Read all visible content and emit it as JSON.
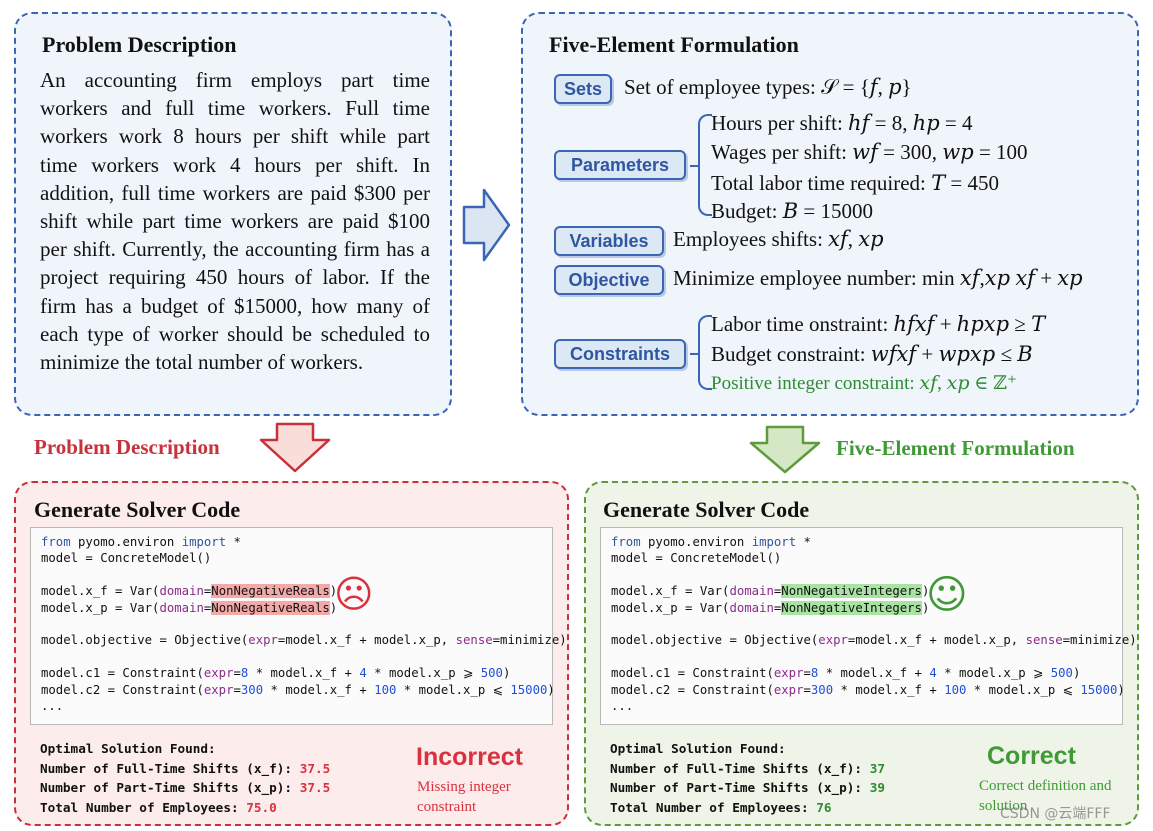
{
  "problem": {
    "title": "Problem Description",
    "text": "An accounting firm employs part time workers and full time workers. Full time workers work 8 hours per shift while part time workers work 4 hours per shift. In addition, full time workers are paid $300 per shift while part time workers are paid $100 per shift. Currently, the accounting firm has a project requiring 450 hours of labor. If the firm has a budget of $15000, how many of each type of worker should be scheduled to minimize the total number of workers."
  },
  "formulation": {
    "title": "Five-Element Formulation",
    "sets_tag": "Sets",
    "sets_line": "Set of employee types: 𝒮 = {𝑓, 𝑝}",
    "parameters_tag": "Parameters",
    "param_lines": [
      "Hours per shift: ℎ𝑓 = 8, ℎ𝑝 = 4",
      "Wages per shift: 𝑤𝑓 = 300, 𝑤𝑝 = 100",
      "Total labor time required: 𝑇 = 450",
      "Budget: 𝐵 = 15000"
    ],
    "variables_tag": "Variables",
    "variables_line": "Employees shifts: 𝑥𝑓, 𝑥𝑝",
    "objective_tag": "Objective",
    "objective_line": "Minimize employee number: min 𝑥𝑓,𝑥𝑝 𝑥𝑓 + 𝑥𝑝",
    "constraints_tag": "Constraints",
    "constraint_lines": [
      "Labor time onstraint: ℎ𝑓𝑥𝑓 + ℎ𝑝𝑥𝑝 ≥ 𝑇",
      "Budget constraint: 𝑤𝑓𝑥𝑓 + 𝑤𝑝𝑥𝑝 ≤ 𝐵",
      "Positive integer constraint: 𝑥𝑓, 𝑥𝑝 ∈ ℤ⁺"
    ]
  },
  "arrows": {
    "left_label": "Problem Description",
    "right_label": "Five-Element Formulation"
  },
  "left_solver": {
    "title": "Generate Solver Code",
    "domain_value": "NonNegativeReals",
    "face": "☹",
    "out_header": "Optimal Solution Found:",
    "out_full_label": "Number of Full-Time Shifts (x_f):",
    "out_full_value": "37.5",
    "out_part_label": "Number of Part-Time Shifts (x_p):",
    "out_part_value": "37.5",
    "out_total_label": "Total Number of Employees:",
    "out_total_value": "75.0",
    "verdict": "Incorrect",
    "note": "Missing integer constraint"
  },
  "right_solver": {
    "title": "Generate Solver Code",
    "domain_value": "NonNegativeIntegers",
    "face": "☺",
    "out_header": "Optimal Solution Found:",
    "out_full_label": "Number of Full-Time Shifts (x_f):",
    "out_full_value": "37",
    "out_part_label": "Number of Part-Time Shifts (x_p):",
    "out_part_value": "39",
    "out_total_label": "Total Number of Employees:",
    "out_total_value": "76",
    "verdict": "Correct",
    "note": "Correct definition and solution"
  },
  "code": {
    "from_kw": "from",
    "module": " pyomo.environ ",
    "import_kw": "import",
    "star": " *",
    "model_line": "model = ConcreteModel()",
    "xf_pre": "model.x_f = Var(",
    "xp_pre": "model.x_p = Var(",
    "domain_kw": "domain",
    "eq": "=",
    "close": ")",
    "obj_pre": "model.objective = Objective(",
    "expr_kw": "expr",
    "obj_mid": "=model.x_f + model.x_p, ",
    "sense_kw": "sense",
    "obj_end": "=minimize)",
    "c1_pre": "model.c1 = Constraint(",
    "c1_a": "=",
    "c1_n1": "8",
    "c1_b": " * model.x_f + ",
    "c1_n2": "4",
    "c1_c": " * model.x_p ⩾ ",
    "c1_n3": "500",
    "c1_end": ")",
    "c2_pre": "model.c2 = Constraint(",
    "c2_n1": "300",
    "c2_b": " * model.x_f + ",
    "c2_n2": "100",
    "c2_c": " * model.x_p ⩽ ",
    "c2_n3": "15000",
    "ellipsis": "..."
  },
  "watermark": "CSDN @云端FFF",
  "colors": {
    "blue": "#3a66b3",
    "red": "#c8313b",
    "green": "#5f9a3b"
  }
}
